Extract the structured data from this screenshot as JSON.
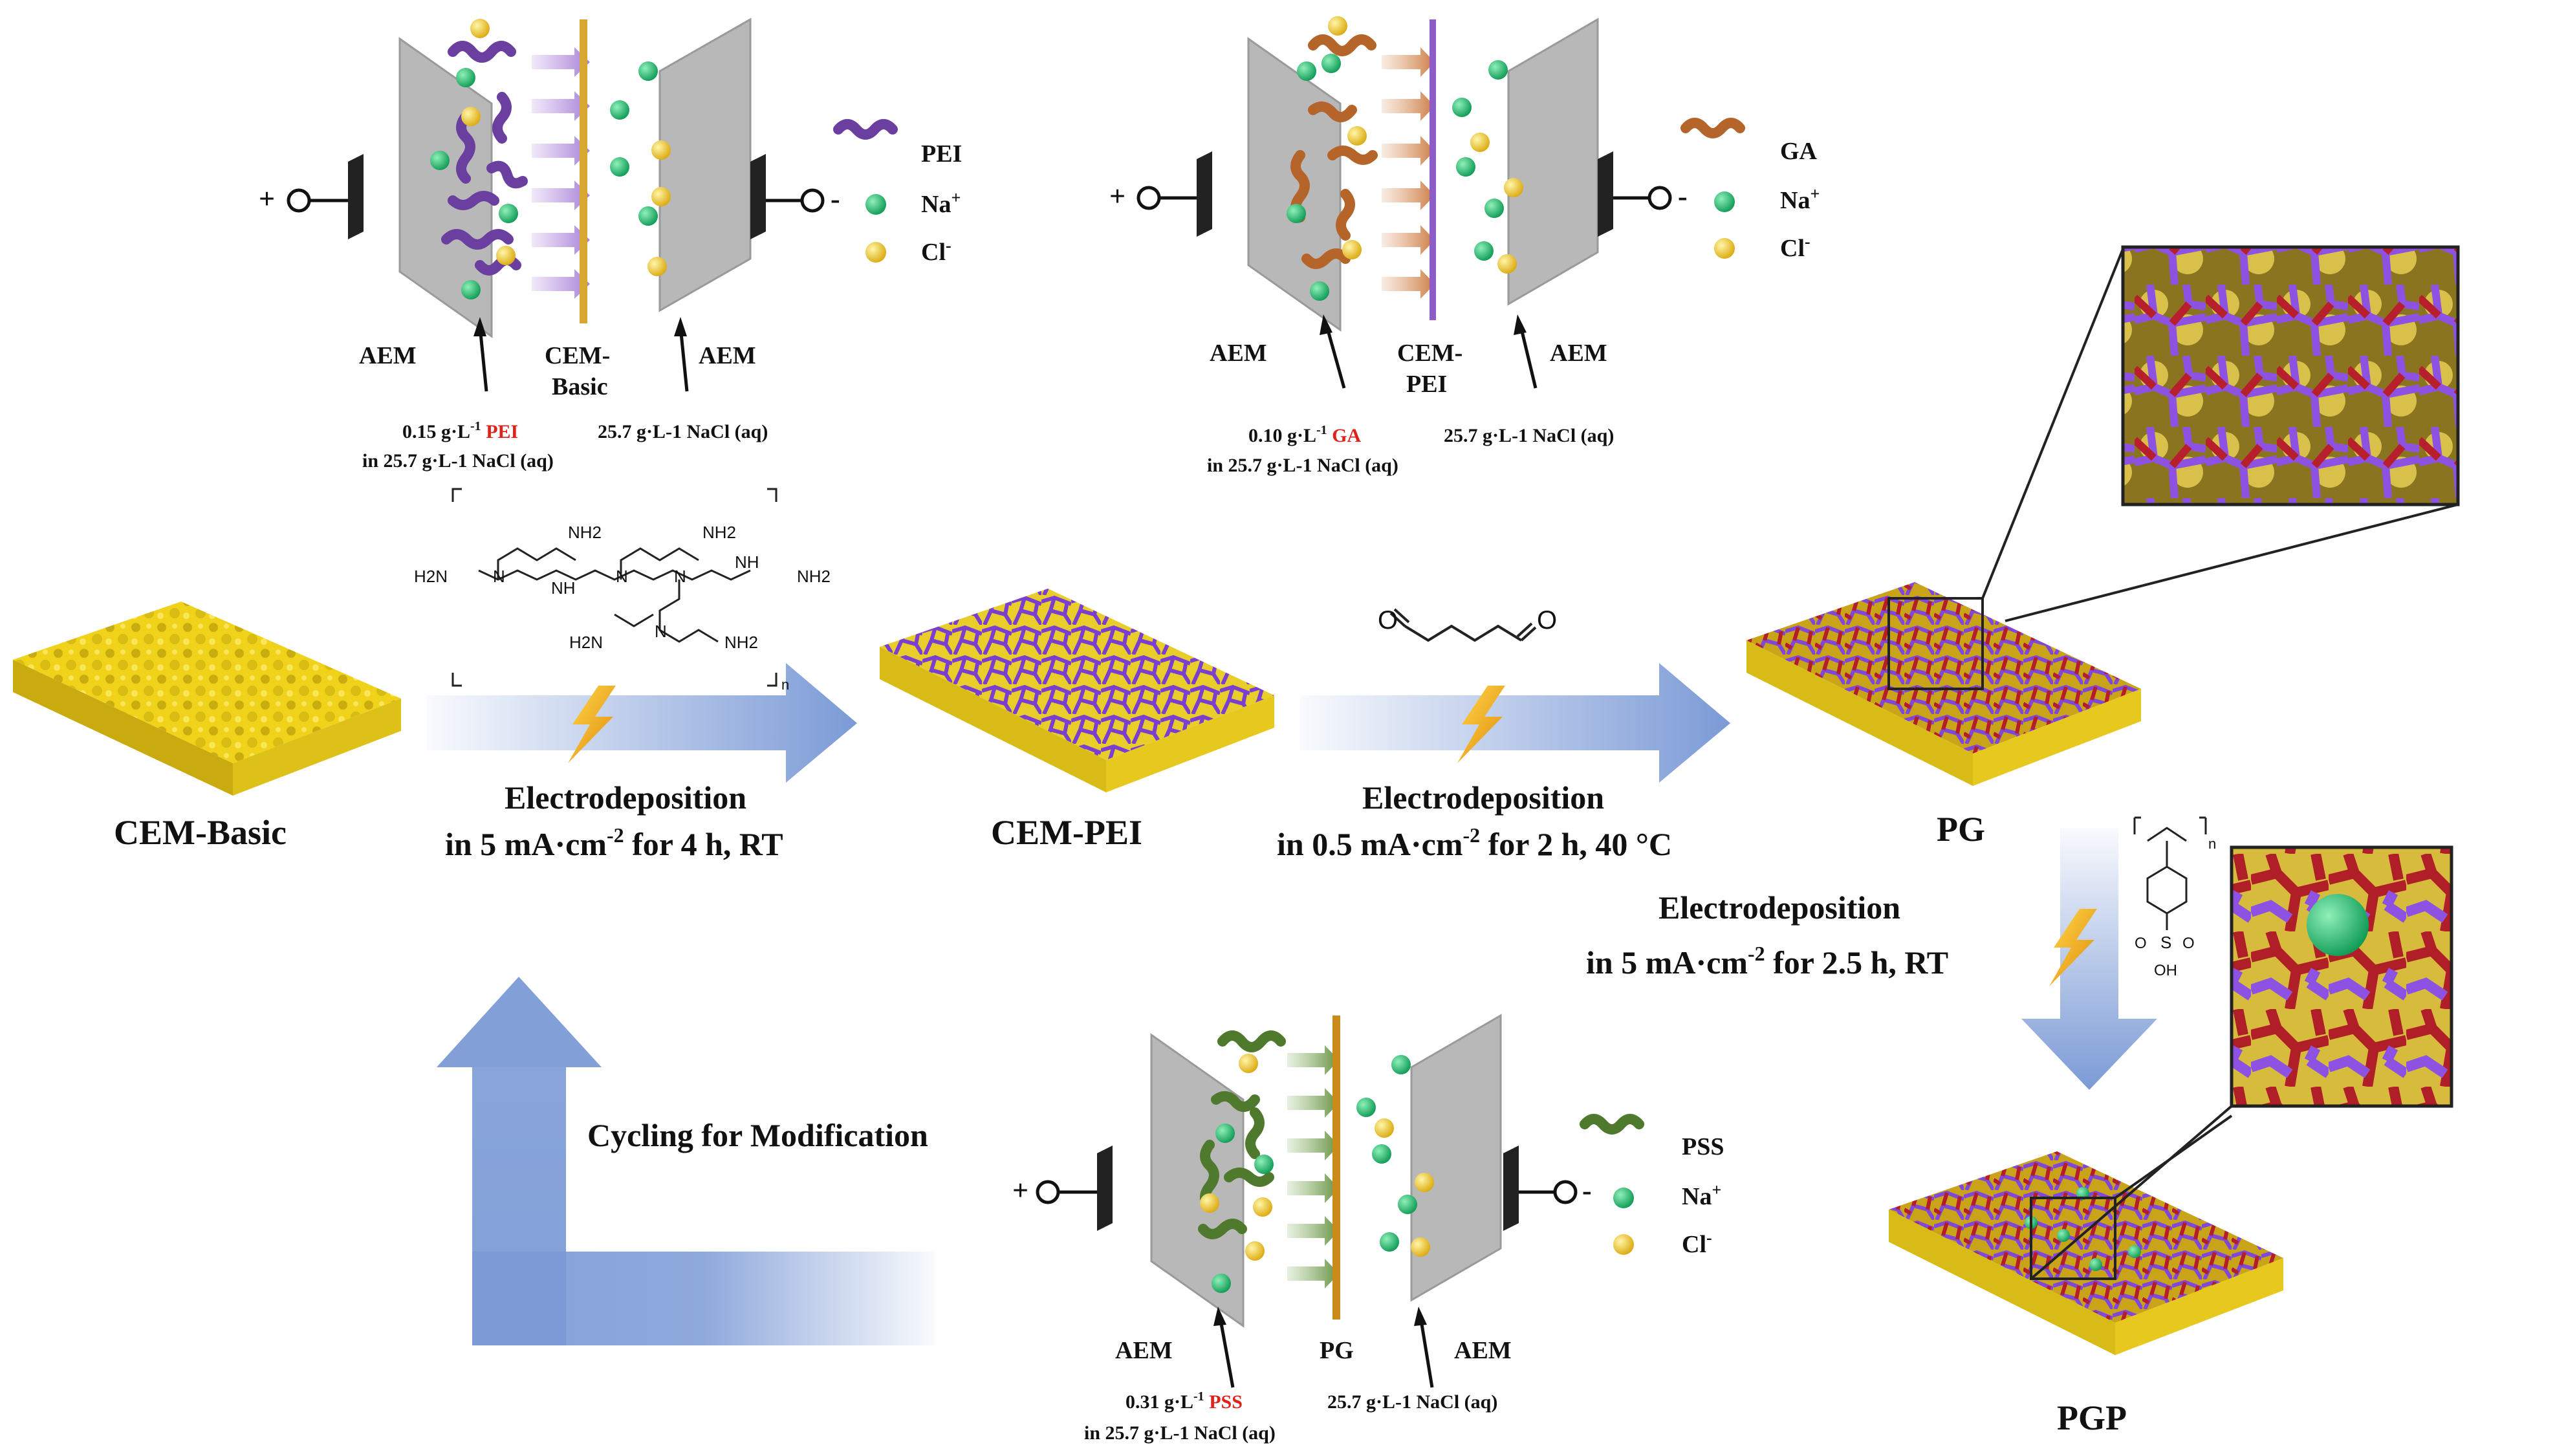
{
  "cells": {
    "pei": {
      "membranes": [
        "AEM",
        "CEM-",
        "Basic",
        "AEM"
      ],
      "feed": {
        "conc": "0.15 g·L",
        "exp": "-1",
        "species": "PEI",
        "line2": "in 25.7 g·L-1 NaCl (aq)"
      },
      "salt": "25.7 g·L-1 NaCl (aq)",
      "legend": [
        "PEI",
        "Na",
        "Cl"
      ],
      "colors": {
        "polymer": "#6a3fa0",
        "membrane": "#d8a730"
      }
    },
    "ga": {
      "membranes": [
        "AEM",
        "CEM-",
        "PEI",
        "AEM"
      ],
      "feed": {
        "conc": "0.10 g·L",
        "exp": "-1",
        "species": "GA",
        "line2": "in 25.7 g·L-1 NaCl (aq)"
      },
      "salt": "25.7 g·L-1 NaCl (aq)",
      "legend": [
        "GA",
        "Na",
        "Cl"
      ],
      "colors": {
        "polymer": "#b5652a",
        "membrane": "#8d5cc6"
      }
    },
    "pss": {
      "membranes": [
        "AEM",
        "PG",
        "AEM"
      ],
      "feed": {
        "conc": "0.31 g·L",
        "exp": "-1",
        "species": "PSS",
        "line2": "in 25.7 g·L-1 NaCl (aq)"
      },
      "salt": "25.7 g·L-1 NaCl (aq)",
      "legend": [
        "PSS",
        "Na",
        "Cl"
      ],
      "colors": {
        "polymer": "#4f7a2e",
        "membrane": "#c98a1a"
      }
    }
  },
  "electrode": {
    "plus": "+",
    "minus": "-"
  },
  "superscripts": {
    "na": "+",
    "cl": "-"
  },
  "accent": {
    "red": "#e0201b",
    "arrow": "#7b9ad6",
    "yellow": "#f0d21a",
    "na_ion": "#1db36b",
    "cl_ion": "#f2c81b"
  },
  "membranes": {
    "basic": "CEM-Basic",
    "pei": "CEM-PEI",
    "pg": "PG",
    "pgp": "PGP"
  },
  "steps": {
    "s1": {
      "line1": "Electrodeposition",
      "line2a": "in 5 mA·cm",
      "exp": "-2",
      "line2b": " for 4 h, RT"
    },
    "s2": {
      "line1": "Electrodeposition",
      "line2a": "in 0.5 mA·cm",
      "exp": "-2",
      "line2b": " for 2 h, 40 °C"
    },
    "s3": {
      "line1": "Electrodeposition",
      "line2a": "in 5 mA·cm",
      "exp": "-2",
      "line2b": " for 2.5 h, RT"
    },
    "cycle": "Cycling for Modification"
  },
  "structures": {
    "pei": {
      "nh2": "NH2",
      "h2n": "H2N",
      "n": "N",
      "nh": "NH",
      "sub": "n"
    },
    "ga": {
      "o": "O"
    },
    "pss": {
      "s": "S",
      "o": "O",
      "oh": "OH",
      "sub": "n"
    }
  }
}
